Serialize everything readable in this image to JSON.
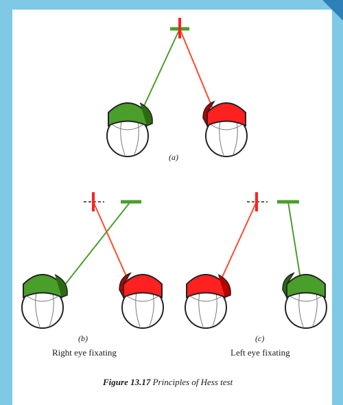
{
  "colors": {
    "frame": "#7fc9e6",
    "frame_shade": "#2f7fb8",
    "green": "#4a9e2a",
    "green_dark": "#2c6b12",
    "red": "#ff2020",
    "red_dark": "#b80000",
    "eye_line": "#777777",
    "ink": "#1a1a1a"
  },
  "panel_a": {
    "label": "(a)"
  },
  "panel_b": {
    "label": "(b)",
    "description": "Right eye fixating"
  },
  "panel_c": {
    "label": "(c)",
    "description": "Left eye fixating"
  },
  "caption": {
    "prefix": "Figure 13.17",
    "text": " Principles of Hess test"
  }
}
